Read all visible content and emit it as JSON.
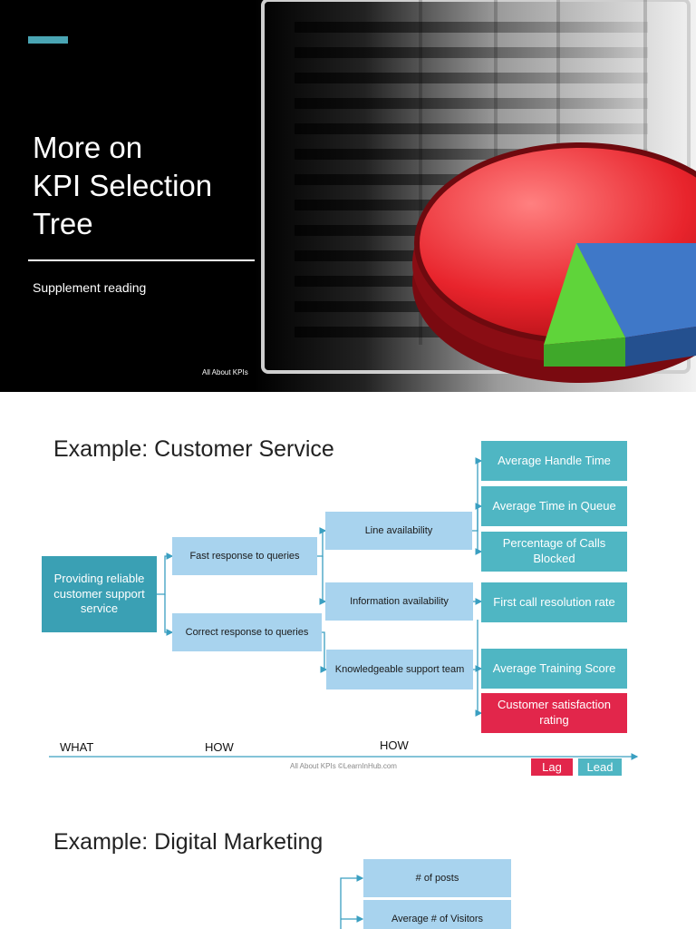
{
  "slide1": {
    "title_lines": [
      "More on",
      "KPI Selection",
      "Tree"
    ],
    "subtitle": "Supplement reading",
    "footer": "All About KPIs",
    "colors": {
      "accent": "#4aa5b4",
      "background": "#000000"
    }
  },
  "slide2": {
    "title": "Example: Customer Service",
    "root": "Providing reliable customer support service",
    "level1": [
      "Fast response to queries",
      "Correct response to queries"
    ],
    "level2": [
      "Line availability",
      "Information availability",
      "Knowledgeable support team"
    ],
    "kpis": [
      "Average Handle Time",
      "Average Time in Queue",
      "Percentage of Calls Blocked",
      "First call resolution rate",
      "Average Training Score",
      "Customer satisfaction rating"
    ],
    "axis": {
      "what": "WHAT",
      "how1": "HOW",
      "how2": "HOW"
    },
    "footer": "All About KPIs ©LearnInHub.com",
    "legend": {
      "lag": "Lag",
      "lead": "Lead"
    },
    "colors": {
      "lag": "#e2264b",
      "lead": "#4fb6c3",
      "node": "#a8d3ee",
      "root": "#3aa0b4"
    }
  },
  "slide3": {
    "title": "Example: Digital Marketing",
    "nodes": [
      "# of posts",
      "Average # of Visitors"
    ]
  }
}
